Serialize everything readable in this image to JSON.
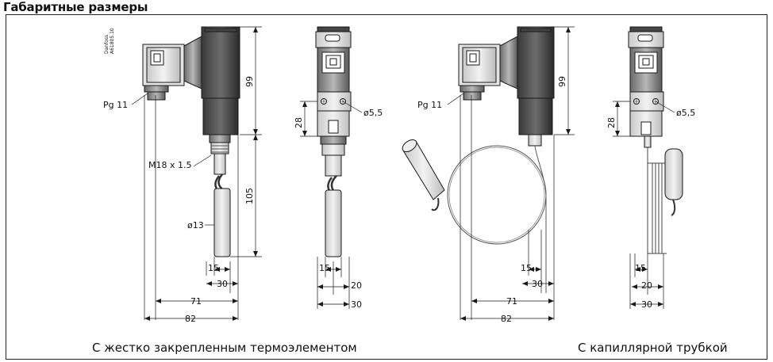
{
  "title": "Габаритные размеры",
  "captions": {
    "left": "С жестко закрепленным термоэлементом",
    "right": "С капиллярной трубкой"
  },
  "labels": {
    "pg11": "Pg 11",
    "m18": "M18 x 1.5",
    "d13": "ø13",
    "d55": "ø5,5",
    "brand": "Danfoss",
    "code": "A61805.10"
  },
  "dims": {
    "h99": "99",
    "h105": "105",
    "h28": "28",
    "w15": "15",
    "w20": "20",
    "w30": "30",
    "w71": "71",
    "w82": "82"
  },
  "colors": {
    "stroke": "#1a1a1a",
    "dark": "#2b2b2b",
    "mid": "#8a8a8a",
    "light": "#d0d0d0"
  }
}
